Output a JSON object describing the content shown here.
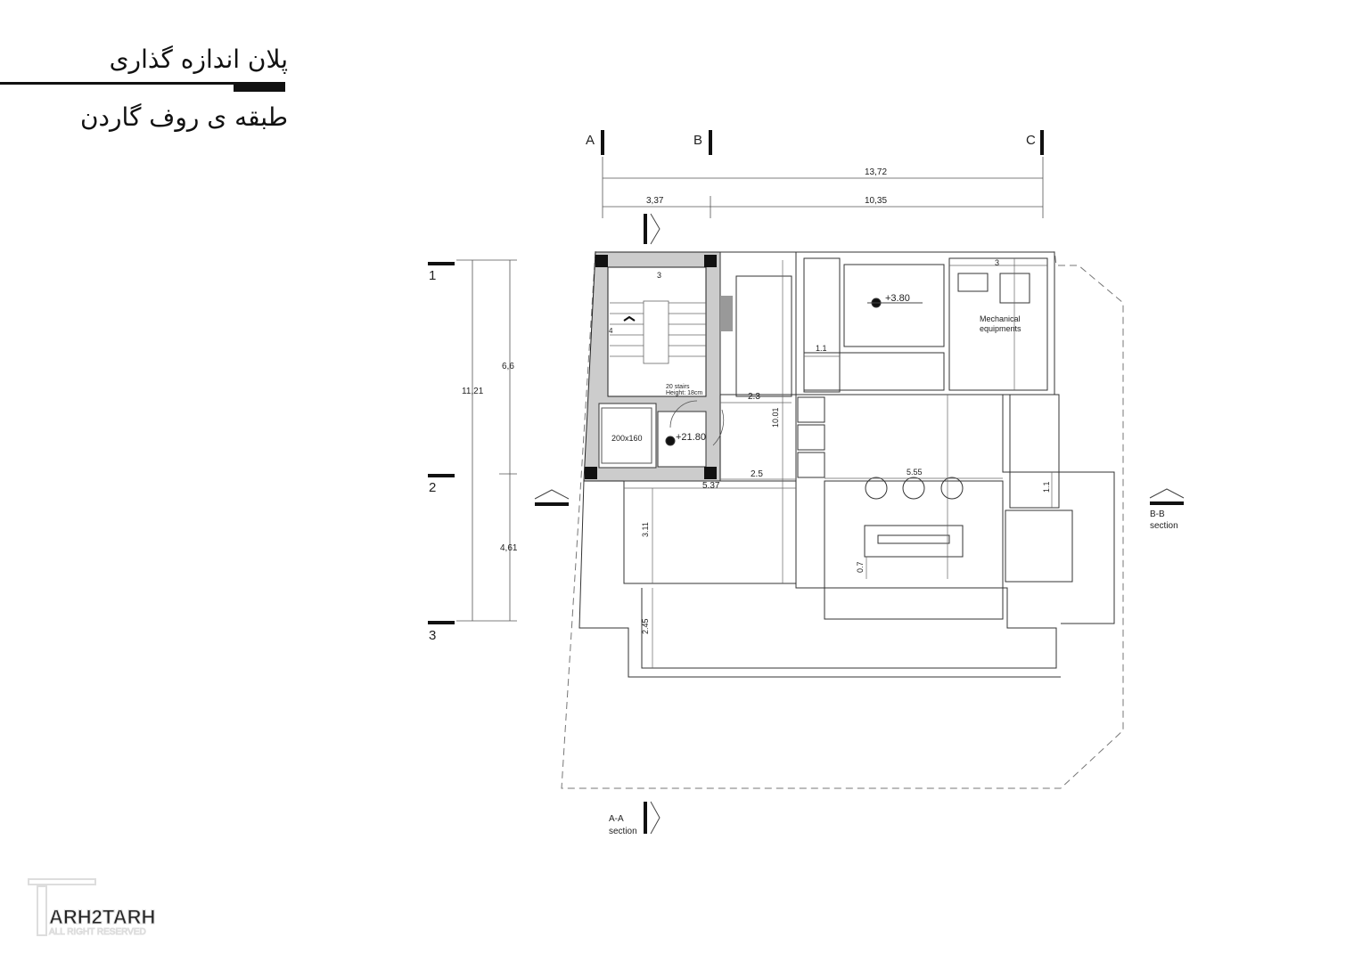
{
  "title": {
    "line1": "پلان اندازه گذاری",
    "line2": "طبقه ی روف گاردن"
  },
  "grid": {
    "columns": [
      "A",
      "B",
      "C"
    ],
    "rows": [
      "1",
      "2",
      "3"
    ]
  },
  "dimensions": {
    "overall_width": "13,72",
    "span_ab": "3,37",
    "span_bc": "10,35",
    "overall_height": "11,21",
    "span_12": "6,6",
    "span_23": "4,61",
    "stair_width": "3",
    "stair_depth": "4",
    "d_2_3": "2.3",
    "d_10_01": "10.01",
    "d_2_5": "2.5",
    "d_5_37": "5.37",
    "d_3_11": "3.11",
    "d_2_45": "2.45",
    "d_1_1_a": "1.1",
    "d_3": "3",
    "d_5_55": "5.55",
    "d_1_1_b": "1.1",
    "d_0_7": "0.7"
  },
  "labels": {
    "stairs_count": "20 stairs",
    "stairs_height": "Height: 18cm",
    "elevator": "200x160",
    "level_main": "+21.80",
    "level_upper": "+3.80",
    "mech_1": "Mechanical",
    "mech_2": "equipments",
    "section_bb_1": "B-B",
    "section_bb_2": "section",
    "section_aa_1": "A-A",
    "section_aa_2": "section"
  },
  "watermark": {
    "brand": "TARH2TARH",
    "tagline": "ALL RIGHT RESERVED"
  }
}
